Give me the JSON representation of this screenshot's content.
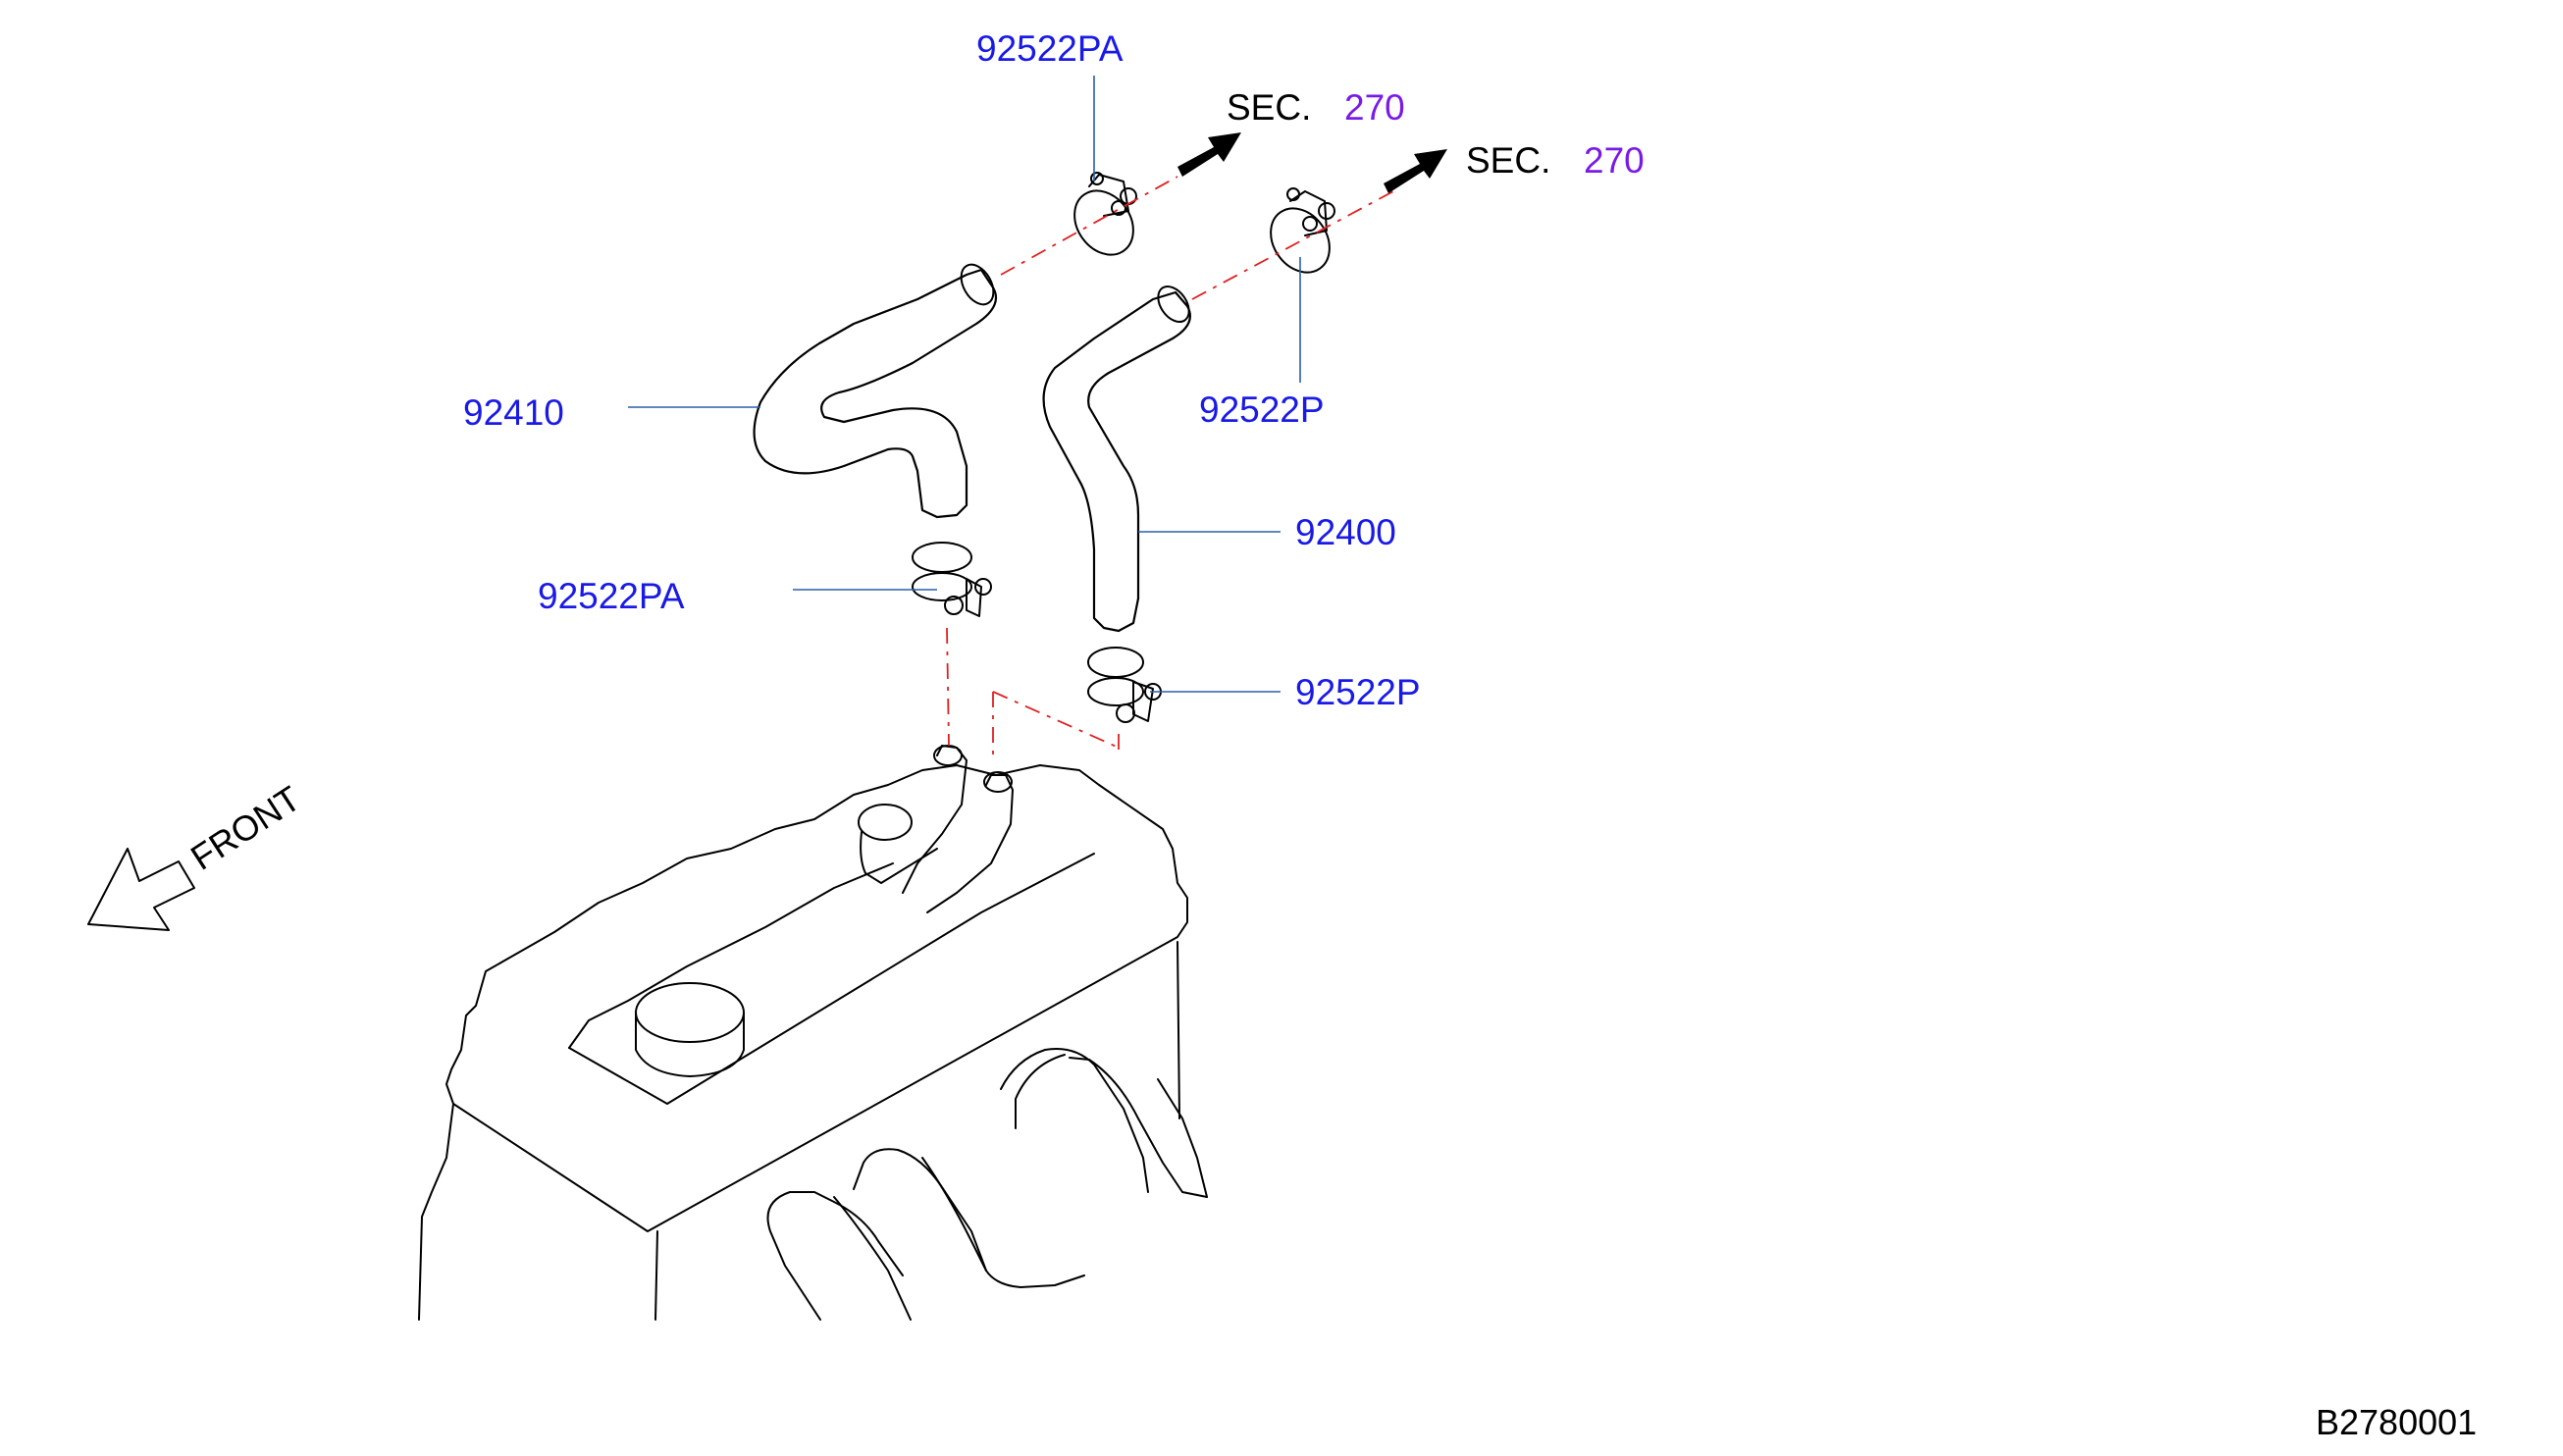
{
  "labels": {
    "part_92522PA_top": "92522PA",
    "part_92410": "92410",
    "part_92522PA_mid": "92522PA",
    "part_92522P_upper": "92522P",
    "part_92400": "92400",
    "part_92522P_lower": "92522P",
    "sec_left_prefix": "SEC.",
    "sec_left_number": "270",
    "sec_right_prefix": "SEC.",
    "sec_right_number": "270",
    "front": "FRONT",
    "diagram_code": "B2780001"
  },
  "colors": {
    "part_label": "#1a1ae6",
    "section_number": "#7a1ae6",
    "leader_line": "#2a5fa8",
    "dash_line": "#e02020"
  }
}
